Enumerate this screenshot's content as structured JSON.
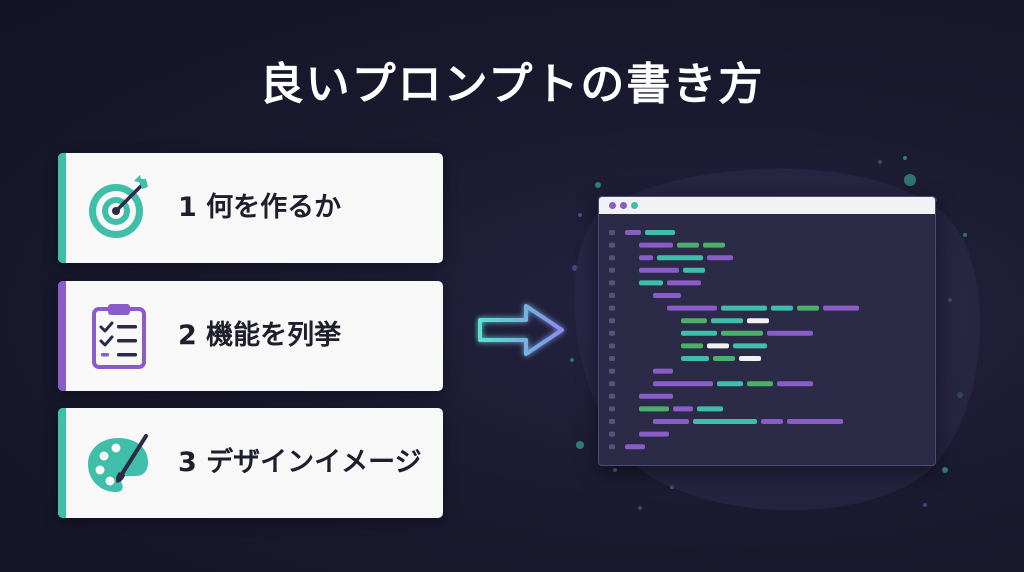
{
  "title": "良いプロンプトの書き方",
  "colors": {
    "teal": "#3fbfa9",
    "purple": "#8a5cc8",
    "green": "#4caf6a",
    "white": "#f2f2f2",
    "arrow": "#5ce0d0"
  },
  "steps": [
    {
      "label": "1 何を作るか",
      "icon": "target-icon",
      "accent": "#3fbfa9"
    },
    {
      "label": "2 機能を列挙",
      "icon": "clipboard-checklist-icon",
      "accent": "#8a5cc8"
    },
    {
      "label": "3 デザインイメージ",
      "icon": "palette-brush-icon",
      "accent": "#3fbfa9"
    }
  ],
  "arrow_icon": "right-arrow-icon",
  "code_window": {
    "icon": "code-editor-icon",
    "titlebar_dots": [
      "#8a5cc8",
      "#8a5cc8",
      "#3fbfa9"
    ]
  }
}
